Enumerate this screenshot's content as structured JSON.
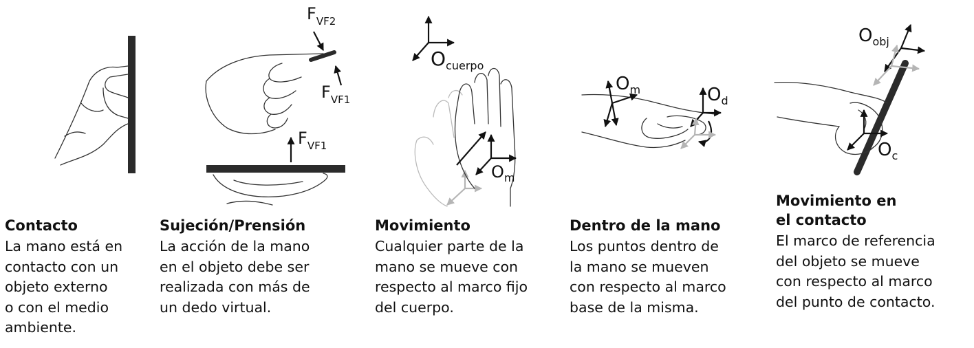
{
  "panels": [
    {
      "title": "Contacto",
      "description": "La mano está en\ncontacto con un\nobjeto externo\no con el medio\nambiente."
    },
    {
      "title": "Sujeción/Prensión",
      "description": "La acción de la mano\nen el objeto debe ser\nrealizada con más de\nun dedo virtual.",
      "labels": {
        "f_vf2": "F",
        "f_vf2_sub": "VF2",
        "f_vf1": "F",
        "f_vf1_sub": "VF1",
        "f_vf1b": "F",
        "f_vf1b_sub": "VF1"
      }
    },
    {
      "title": "Movimiento",
      "description": "Cualquier parte de la\nmano se mueve con\nrespecto al marco fijo\ndel cuerpo.",
      "labels": {
        "o_cuerpo": "O",
        "o_cuerpo_sub": "cuerpo",
        "o_m": "O",
        "o_m_sub": "m"
      }
    },
    {
      "title": "Dentro de la mano",
      "description": "Los puntos dentro de\nla mano se mueven\ncon respecto al marco\nbase de la misma.",
      "labels": {
        "o_m": "O",
        "o_m_sub": "m",
        "o_d": "O",
        "o_d_sub": "d"
      }
    },
    {
      "title": "Movimiento en\nel contacto",
      "description": "El marco de referencia\ndel objeto se mueve\ncon respecto al marco\ndel punto de contacto.",
      "labels": {
        "o_obj": "O",
        "o_obj_sub": "obj",
        "o_c": "O",
        "o_c_sub": "c"
      }
    }
  ],
  "colors": {
    "ink": "#111111",
    "ghost": "#b5b5b5",
    "bar": "#2b2b2b"
  }
}
